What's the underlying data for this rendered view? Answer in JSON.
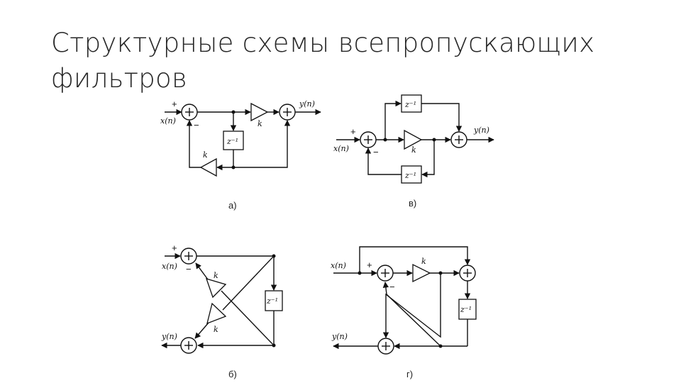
{
  "slide": {
    "title_line1": "Структурные схемы всепропускающих",
    "title_line2": "фильтров"
  },
  "diagrams": {
    "a": {
      "caption": "а)",
      "input": "x(n)",
      "output": "y(n)",
      "gain_forward": "k",
      "gain_feedback": "k",
      "delay": "z⁻¹",
      "plus": "+",
      "minus": "−"
    },
    "v": {
      "caption": "в)",
      "input": "x(n)",
      "output": "y(n)",
      "gain": "k",
      "delay_top": "z⁻¹",
      "delay_bottom": "z⁻¹",
      "plus": "+",
      "minus": "−"
    },
    "b": {
      "caption": "б)",
      "input": "x(n)",
      "output": "y(n)",
      "gain_upper": "k",
      "gain_lower": "k",
      "delay": "z⁻¹",
      "plus": "+",
      "minus": "−"
    },
    "g": {
      "caption": "г)",
      "input": "x(n)",
      "output": "y(n)",
      "gain": "k",
      "delay": "z⁻¹",
      "plus": "+",
      "minus": "−"
    }
  }
}
